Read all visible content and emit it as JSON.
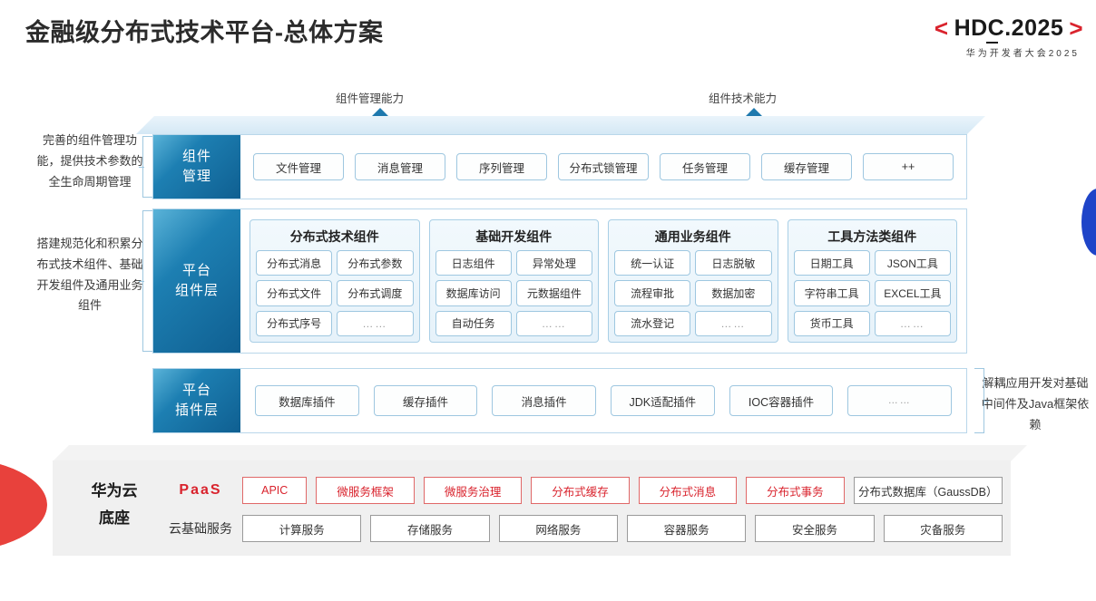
{
  "header": {
    "title": "金融级分布式技术平台-总体方案",
    "logo": {
      "left_bracket": "<",
      "text": "HDC.2025",
      "right_bracket": ">",
      "subtitle": "华为开发者大会2025",
      "bracket_color": "#d9232d"
    }
  },
  "arrows": [
    {
      "label": "组件管理能力"
    },
    {
      "label": "组件技术能力"
    }
  ],
  "annotations": {
    "left": [
      "完善的组件管理功能，提供技术参数的全生命周期管理",
      "搭建规范化和积累分布式技术组件、基础开发组件及通用业务组件"
    ],
    "right": "解耦应用开发对基础中间件及Java框架依赖"
  },
  "layers": {
    "management": {
      "side_label": "组件\n管理",
      "items": [
        "文件管理",
        "消息管理",
        "序列管理",
        "分布式锁管理",
        "任务管理",
        "缓存管理",
        "++"
      ]
    },
    "component": {
      "side_label": "平台\n组件层",
      "groups": [
        {
          "title": "分布式技术组件",
          "cells": [
            "分布式消息",
            "分布式参数",
            "分布式文件",
            "分布式调度",
            "分布式序号",
            "……"
          ]
        },
        {
          "title": "基础开发组件",
          "cells": [
            "日志组件",
            "异常处理",
            "数据库访问",
            "元数据组件",
            "自动任务",
            "……"
          ]
        },
        {
          "title": "通用业务组件",
          "cells": [
            "统一认证",
            "日志脱敏",
            "流程审批",
            "数据加密",
            "流水登记",
            "……"
          ]
        },
        {
          "title": "工具方法类组件",
          "cells": [
            "日期工具",
            "JSON工具",
            "字符串工具",
            "EXCEL工具",
            "货币工具",
            "……"
          ]
        }
      ]
    },
    "plugin": {
      "side_label": "平台\n插件层",
      "items": [
        "数据库插件",
        "缓存插件",
        "消息插件",
        "JDK适配插件",
        "IOC容器插件",
        "……"
      ]
    }
  },
  "base": {
    "title": "华为云\n底座",
    "rows": [
      {
        "label": "PaaS",
        "style": "paas",
        "items": [
          {
            "text": "APIC",
            "style": "red",
            "flex": 0.62
          },
          {
            "text": "微服务框架",
            "style": "red",
            "flex": 0.95
          },
          {
            "text": "微服务治理",
            "style": "red",
            "flex": 0.95
          },
          {
            "text": "分布式缓存",
            "style": "red",
            "flex": 0.95
          },
          {
            "text": "分布式消息",
            "style": "red",
            "flex": 0.95
          },
          {
            "text": "分布式事务",
            "style": "red",
            "flex": 0.95
          },
          {
            "text": "分布式数据库（GaussDB）",
            "style": "gray",
            "flex": 1.45
          }
        ]
      },
      {
        "label": "云基础服务",
        "style": "cloud",
        "items": [
          {
            "text": "计算服务",
            "style": "gray",
            "flex": 1
          },
          {
            "text": "存储服务",
            "style": "gray",
            "flex": 1
          },
          {
            "text": "网络服务",
            "style": "gray",
            "flex": 1
          },
          {
            "text": "容器服务",
            "style": "gray",
            "flex": 1
          },
          {
            "text": "安全服务",
            "style": "gray",
            "flex": 1
          },
          {
            "text": "灾备服务",
            "style": "gray",
            "flex": 1
          }
        ]
      }
    ]
  },
  "colors": {
    "accent_red": "#d9232d",
    "accent_blue": "#1d7fb2",
    "deco_blue": "#1e44c8",
    "deco_red": "#e8413c"
  }
}
